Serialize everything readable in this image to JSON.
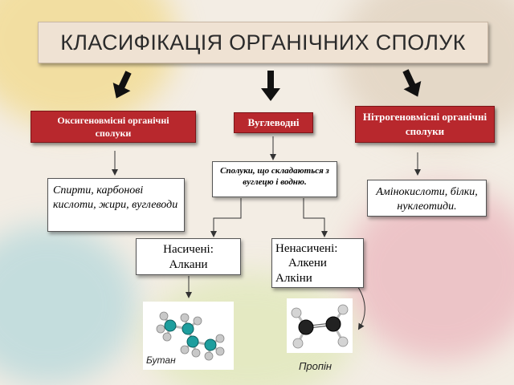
{
  "title": "КЛАСИФІКАЦІЯ ОРГАНІЧНИХ СПОЛУК",
  "categories": {
    "oxygen": "Оксигеновмісні органічні сполуки",
    "hydrocarbons": "Вуглеводні",
    "nitrogen": "Нітрогеновмісні органічні сполуки"
  },
  "definition": "Сполуки, що складаються з вуглецю і водню.",
  "oxygen_examples": "Спирти, карбонові кислоти, жири, вуглеводи",
  "nitrogen_examples": "Амінокислоти, білки, нуклеотиди.",
  "saturated": {
    "line1": "Насичені:",
    "line2": "Алкани"
  },
  "unsaturated": {
    "line1": "Ненасичені:",
    "line2": "Алкени",
    "line3": "Алкіни"
  },
  "molecules": {
    "butane_label": "Бутан",
    "propene_label": "Пропін"
  },
  "colors": {
    "accent_red": "#b8282d",
    "atom_carbon": "#1e9e9e",
    "atom_hydrogen": "#c8c8c8"
  }
}
